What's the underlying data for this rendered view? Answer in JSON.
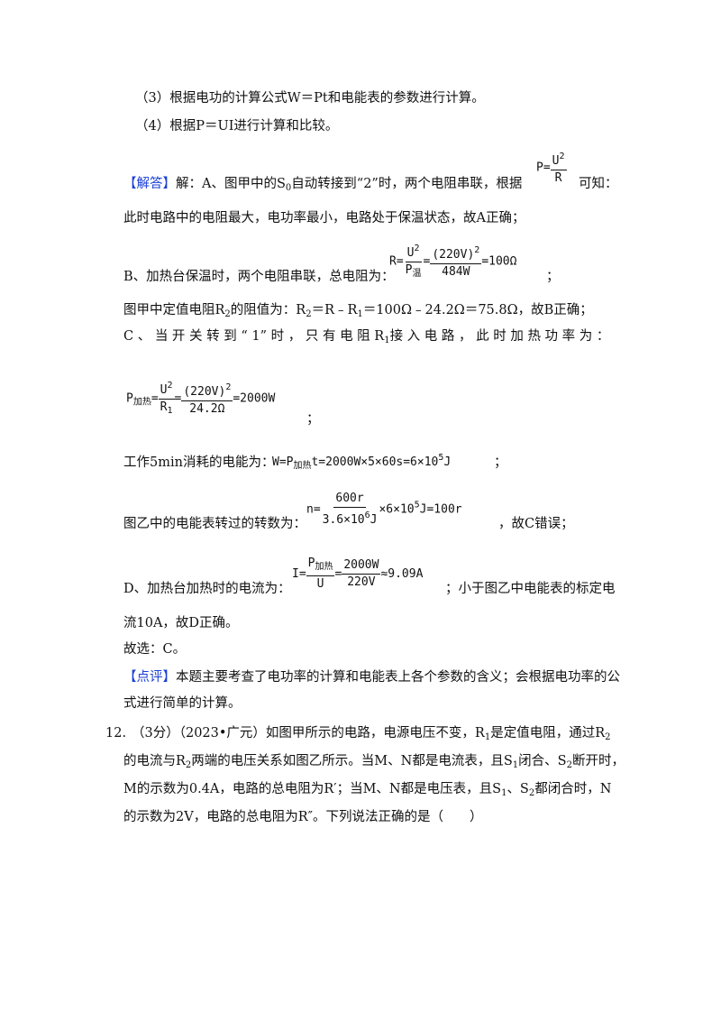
{
  "lines": {
    "l1": "（3）根据电功的计算公式W＝Pt和电能表的参数进行计算。",
    "l2": "（4）根据P＝UI进行计算和比较。",
    "jieda_tag": "【解答】",
    "l3": "解：A、图甲中的S",
    "l3_sub": "0",
    "l3_rest": "自动转接到“2”时，两个电阻串联，根据",
    "l3_end": "可知：",
    "l4": "此时电路中的电阻最大，电功率最小，电路处于保温状态，故A正确；",
    "l5": "B、加热台保温时，两个电阻串联，总电阻为：",
    "l5_end": "；",
    "l6a": "图甲中定值电阻R",
    "l6_sub1": "2",
    "l6b": "的阻值为：R",
    "l6_sub2": "2",
    "l6c": "＝R﹣R",
    "l6_sub3": "1",
    "l6d": "＝100Ω﹣24.2Ω＝75.8Ω，故B正确；",
    "l7a": "C 、 当 开 关 转 到 “ 1” 时 ， 只 有 电 阻 R",
    "l7_sub": "1",
    "l7b": "接 入 电 路 ， 此 时 加 热 功 率 为 ：",
    "l8_end": "；",
    "l9": "工作5min消耗的电能为：",
    "l9_end": "；",
    "l10": "图乙中的电能表转过的转数为：",
    "l10_end": "，故C错误；",
    "l11": "D、加热台加热时的电流为：",
    "l11_end": "；小于图乙中电能表的标定电",
    "l12": "流10A，故D正确。",
    "l13": "故选：C。",
    "dianping_tag": "【点评】",
    "l14": "本题主要考查了电功率的计算和电能表上各个参数的含义；会根据电功率的公",
    "l15": "式进行简单的计算。",
    "q_num": "12.",
    "q1": "（3分）（2023•广元）如图甲所示的电路，电源电压不变，R",
    "q1_sub": "1",
    "q1b": "是定值电阻，通过R",
    "q1_sub2": "2",
    "q2a": "的电流与R",
    "q2_sub": "2",
    "q2b": "两端的电压关系如图乙所示。当M、N都是电流表，且S",
    "q2_sub2": "1",
    "q2c": "闭合、S",
    "q2_sub3": "2",
    "q2d": "断开时，",
    "q3a": "M的示数为0.4A，电路的总电阻为R′；当M、N都是电压表，且S",
    "q3_sub": "1",
    "q3b": "、S",
    "q3_sub2": "2",
    "q3c": "都闭合时，N",
    "q4": "的示数为2V，电路的总电阻为R″。下列说法正确的是（　　）"
  },
  "formulas": {
    "f1_left": "P=",
    "f1_num": "U",
    "f1_num_sup": "2",
    "f1_den": "R",
    "f2_left": "R=",
    "f2_num1": "U",
    "f2_num1_sup": "2",
    "f2_den1": "P",
    "f2_den1_sub": "温",
    "f2_mid": "=",
    "f2_num2": "(220V)",
    "f2_num2_sup": "2",
    "f2_den2": "484W",
    "f2_right": "=100Ω",
    "f3_left": "P",
    "f3_left_sub": "加热",
    "f3_eq1": "=",
    "f3_num1": "U",
    "f3_num1_sup": "2",
    "f3_den1": "R",
    "f3_den1_sub": "1",
    "f3_eq2": "=",
    "f3_num2": "(220V)",
    "f3_num2_sup": "2",
    "f3_den2": "24.2Ω",
    "f3_right": "=2000W",
    "f4_a": "W=P",
    "f4_sub": "加热",
    "f4_b": "t=2000W×5×60s=6×10",
    "f4_sup": "5",
    "f4_c": "J",
    "f5_left": "n=",
    "f5_num": "600r",
    "f5_den": "3.6×10",
    "f5_den_sup": "6",
    "f5_den_unit": "J",
    "f5_right": "×6×10",
    "f5_right_sup": "5",
    "f5_right_end": "J=100r",
    "f6_left": "I=",
    "f6_num1": "P",
    "f6_num1_sub": "加热",
    "f6_den1": "U",
    "f6_eq": "=",
    "f6_num2": "2000W",
    "f6_den2": "220V",
    "f6_right": "≈9.09A"
  },
  "colors": {
    "tag_blue": "#1a3fd6",
    "text": "#111111"
  }
}
